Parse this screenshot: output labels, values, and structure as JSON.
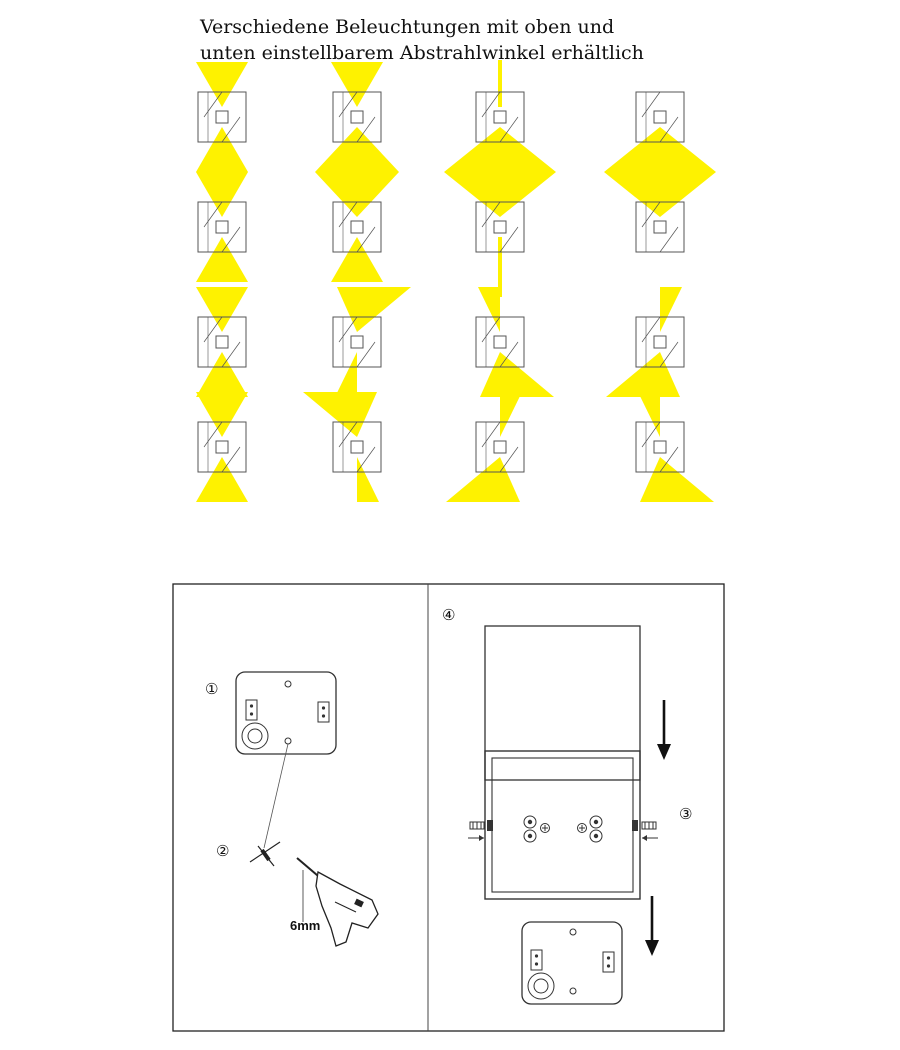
{
  "title": {
    "line1": "Verschiedene Beleuchtungen mit oben und",
    "line2": "unten einstellbarem Abstrahlwinkel erhältlich"
  },
  "colors": {
    "beam": "#fef200",
    "outline": "#555555"
  },
  "beam_variants": [
    {
      "id": "r1c1",
      "top": "narrow",
      "bottom": "narrow"
    },
    {
      "id": "r1c2",
      "top": "narrow",
      "bottom": "wide"
    },
    {
      "id": "r1c3",
      "top": "thin",
      "bottom": "very-wide"
    },
    {
      "id": "r1c4",
      "top": "none",
      "bottom": "very-wide"
    },
    {
      "id": "r2c1",
      "top": "narrow",
      "bottom": "narrow"
    },
    {
      "id": "r2c2",
      "top": "wide",
      "bottom": "narrow"
    },
    {
      "id": "r2c3",
      "top": "very-wide",
      "bottom": "thin"
    },
    {
      "id": "r2c4",
      "top": "very-wide",
      "bottom": "none"
    },
    {
      "id": "r3c1",
      "top": "narrow",
      "bottom": "narrow"
    },
    {
      "id": "r3c2",
      "top": "tilt-right",
      "bottom": "half-left"
    },
    {
      "id": "r3c3",
      "top": "half-left",
      "bottom": "tilt-right"
    },
    {
      "id": "r3c4",
      "top": "half-right",
      "bottom": "tilt-left"
    },
    {
      "id": "r4c1",
      "top": "narrow",
      "bottom": "narrow"
    },
    {
      "id": "r4c2",
      "top": "tilt-left",
      "bottom": "half-right"
    },
    {
      "id": "r4c3",
      "top": "half-right",
      "bottom": "tilt-left"
    },
    {
      "id": "r4c4",
      "top": "half-left",
      "bottom": "tilt-right"
    }
  ],
  "installation": {
    "step1": "①",
    "step2": "②",
    "step3": "③",
    "step4": "④",
    "drill_size": "6mm"
  }
}
